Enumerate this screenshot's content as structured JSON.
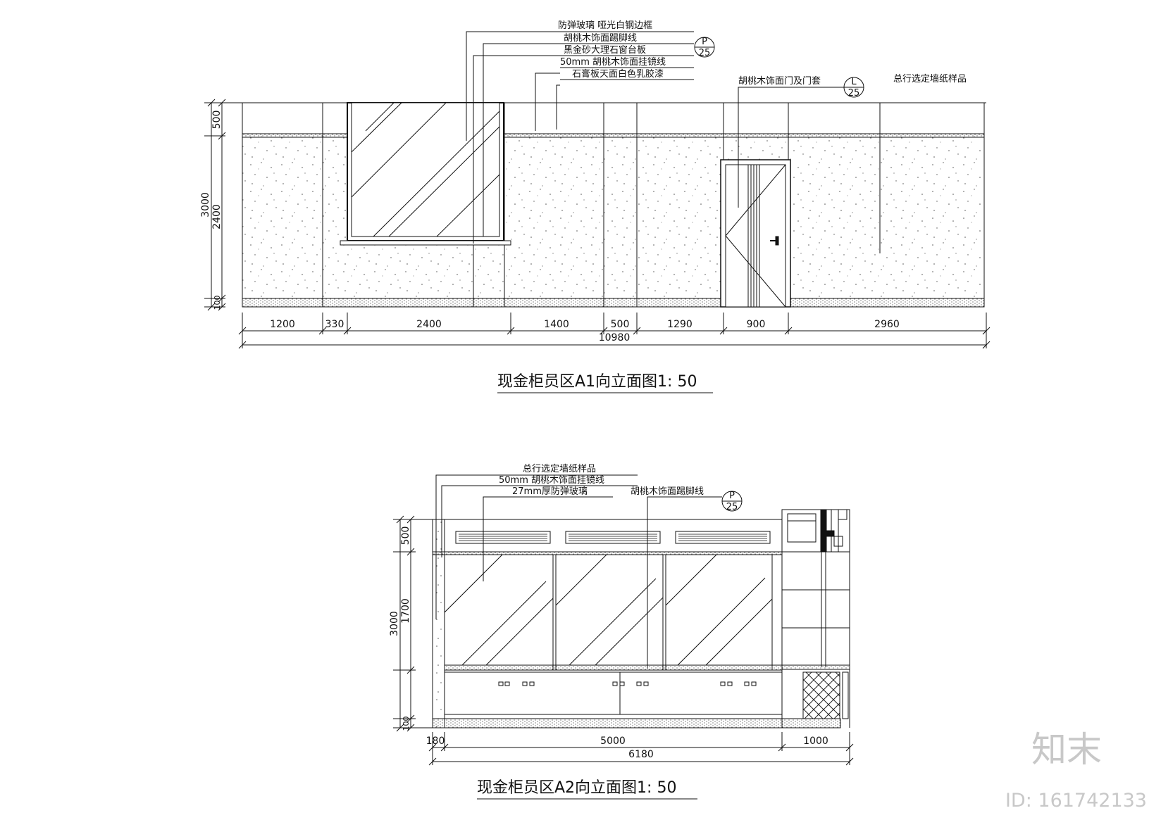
{
  "drawing_a1": {
    "title": "现金柜员区A1向立面图1: 50",
    "labels": {
      "l1": "防弹玻璃 哑光白钢边框",
      "l2": "胡桃木饰面踢脚线",
      "l3": "黑金砂大理石窗台板",
      "l4": "50mm 胡桃木饰面挂镜线",
      "l5": "石膏板天面白色乳胶漆",
      "l6": "胡桃木饰面门及门套",
      "l7": "总行选定墙纸样品"
    },
    "callouts": {
      "c1_top": "P",
      "c1_bottom": "25",
      "c2_top": "L",
      "c2_bottom": "25"
    },
    "dims_h": [
      "1200",
      "330",
      "2400",
      "1400",
      "500",
      "1290",
      "900",
      "2960"
    ],
    "dim_total": "10980",
    "dims_v": {
      "top": "500",
      "mid": "2400",
      "bottom": "100",
      "total": "3000"
    }
  },
  "drawing_a2": {
    "title": "现金柜员区A2向立面图1: 50",
    "labels": {
      "l1": "总行选定墙纸样品",
      "l2": "50mm 胡桃木饰面挂镜线",
      "l3": "27mm厚防弹玻璃",
      "l4": "胡桃木饰面踢脚线"
    },
    "callouts": {
      "c1_top": "P",
      "c1_bottom": "25"
    },
    "dims_h": [
      "180",
      "5000",
      "1000"
    ],
    "dim_total": "6180",
    "dims_v": {
      "top": "500",
      "mid": "1700",
      "bottom": "100",
      "total": "3000"
    }
  },
  "watermark": {
    "brand": "知末",
    "id": "ID: 161742133"
  }
}
